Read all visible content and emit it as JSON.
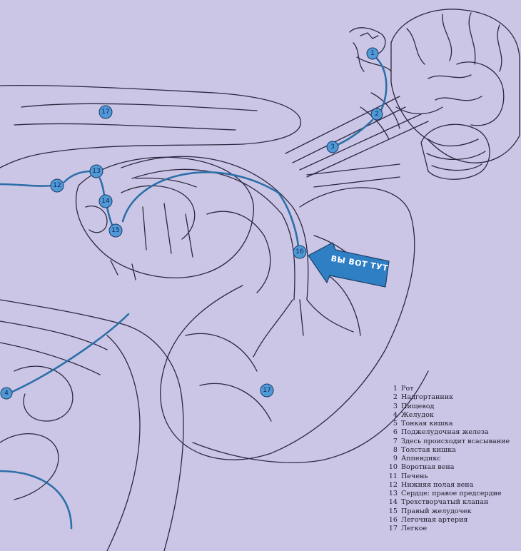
{
  "callout": {
    "text": "ВЫ ВОТ ТУТ"
  },
  "colors": {
    "background": "#cbc6e6",
    "ink": "#2b2840",
    "route": "#2d6fa8",
    "marker": "#4f9ad6",
    "callout": "#2f7fc4"
  },
  "markers": [
    {
      "label": "1"
    },
    {
      "label": "2"
    },
    {
      "label": "3"
    },
    {
      "label": "17"
    },
    {
      "label": "12"
    },
    {
      "label": "13"
    },
    {
      "label": "14"
    },
    {
      "label": "15"
    },
    {
      "label": "16"
    },
    {
      "label": "17"
    },
    {
      "label": "4"
    }
  ],
  "legend": [
    {
      "num": "1",
      "label": "Рот"
    },
    {
      "num": "2",
      "label": "Надгортанник"
    },
    {
      "num": "3",
      "label": "Пищевод"
    },
    {
      "num": "4",
      "label": "Желудок"
    },
    {
      "num": "5",
      "label": "Тонкая кишка"
    },
    {
      "num": "6",
      "label": "Поджелудочная железа"
    },
    {
      "num": "7",
      "label": "Здесь происходит всасывание"
    },
    {
      "num": "8",
      "label": "Толстая кишка"
    },
    {
      "num": "9",
      "label": "Аппендикс"
    },
    {
      "num": "10",
      "label": "Воротная вена"
    },
    {
      "num": "11",
      "label": "Печень"
    },
    {
      "num": "12",
      "label": "Нижняя полая вена"
    },
    {
      "num": "13",
      "label": "Сердце: правое предсердие"
    },
    {
      "num": "14",
      "label": "Трехстворчатый клапан"
    },
    {
      "num": "15",
      "label": "Правый желудочек"
    },
    {
      "num": "16",
      "label": "Легочная артерия"
    },
    {
      "num": "17",
      "label": "Легкое"
    }
  ]
}
